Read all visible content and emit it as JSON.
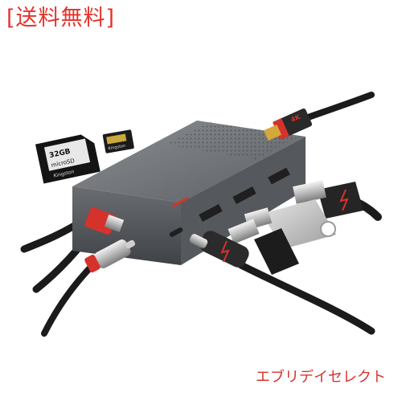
{
  "banner": {
    "text": "[送料無料]",
    "color": "#e5322d"
  },
  "footer": {
    "shop_name": "エブリデイセレクト",
    "color": "#d9322c"
  },
  "product": {
    "hdmi_badge": "4K",
    "sd_card_top": "32GB",
    "sd_card_brand": "Kingston",
    "sd_card_label": "microSD",
    "microsd_brand": "Kingston",
    "hub_color": "#6e7175",
    "accent_color": "#d6322c"
  }
}
